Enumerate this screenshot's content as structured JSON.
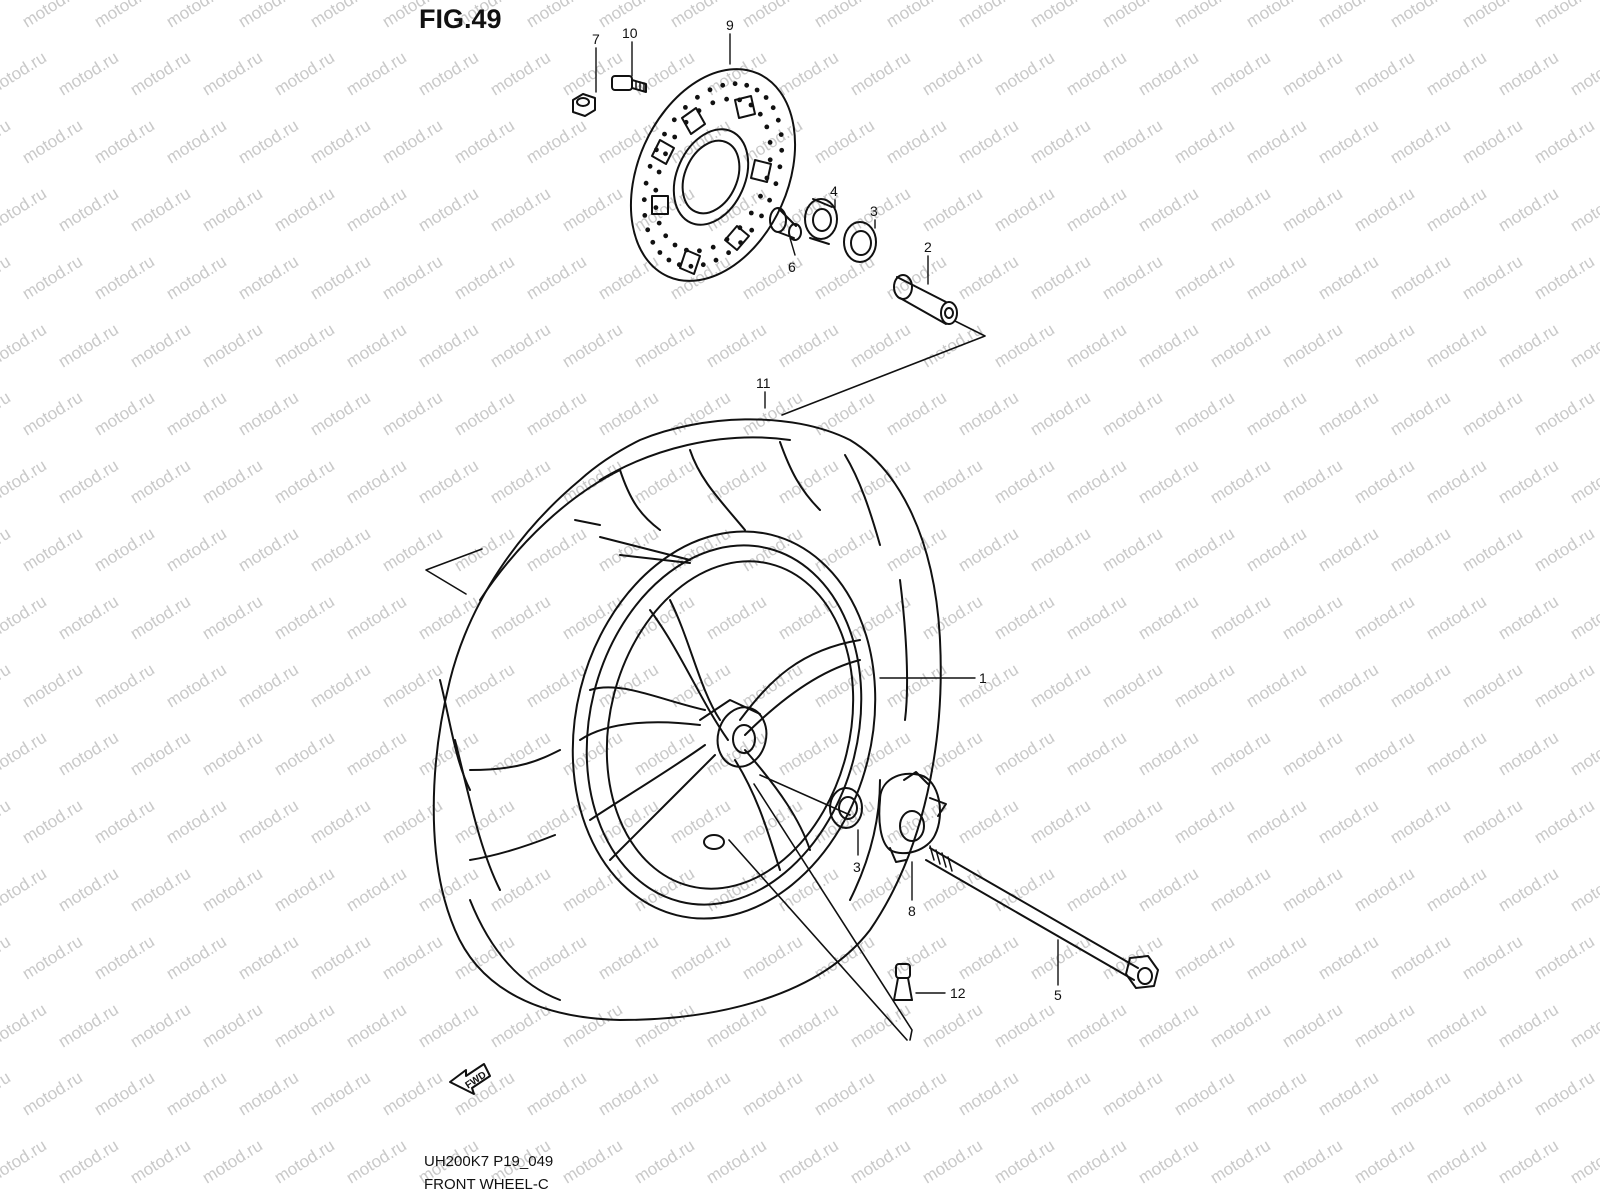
{
  "figure": {
    "title": "FIG.49",
    "code": "UH200K7 P19_049",
    "name": "FRONT WHEEL-C",
    "watermark": "motod.ru",
    "fwd_label": "FWD"
  },
  "callouts": [
    "1",
    "2",
    "3",
    "3",
    "4",
    "5",
    "6",
    "7",
    "8",
    "9",
    "10",
    "11",
    "12"
  ],
  "colors": {
    "line": "#111111",
    "watermark": "#c9c9c9",
    "background": "#ffffff"
  }
}
